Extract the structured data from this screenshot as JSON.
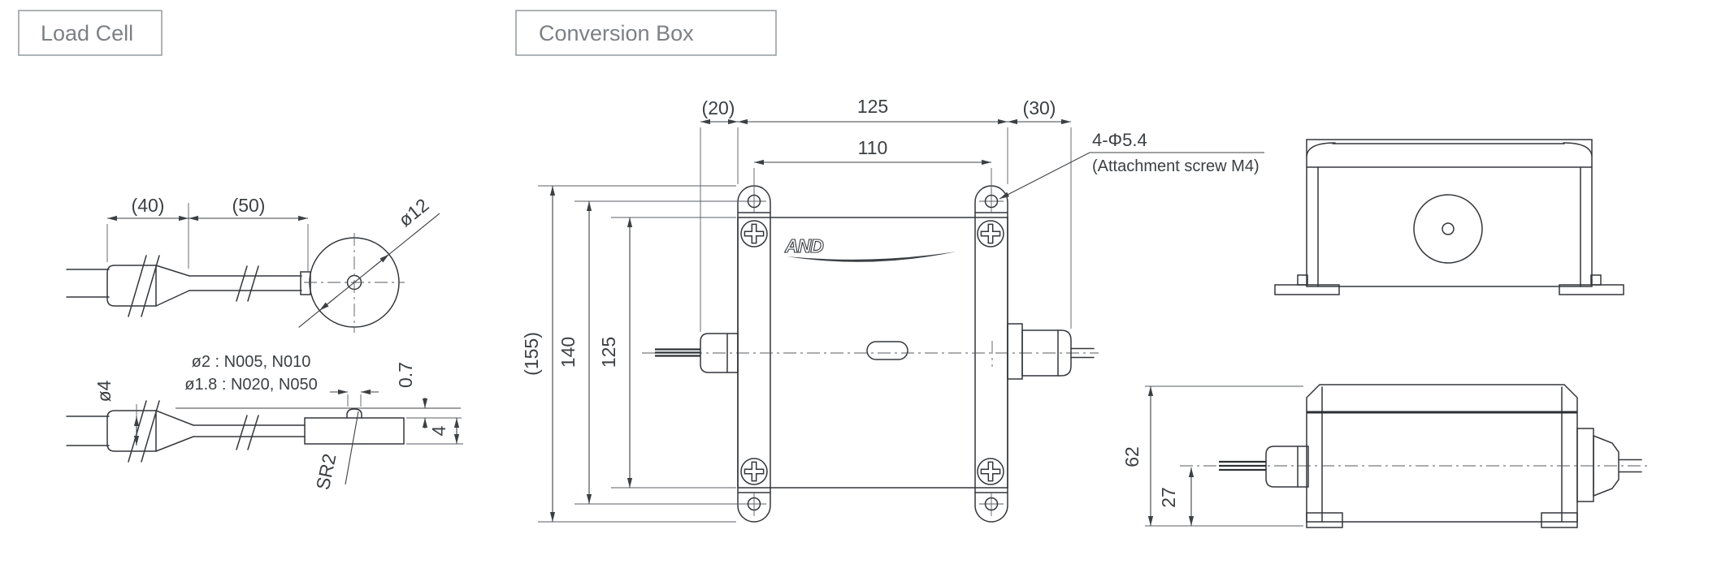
{
  "colors": {
    "line": "#34373b",
    "dimension_text": "#3c4043",
    "section_label_text": "#7d8084",
    "section_label_border": "#9aa0a3",
    "background": "#ffffff"
  },
  "section_labels": {
    "load_cell": "Load Cell",
    "conversion_box": "Conversion Box"
  },
  "load_cell": {
    "side_view": {
      "dim_40": "(40)",
      "dim_50": "(50)",
      "dim_dia12": "ø12"
    },
    "tip_view": {
      "dim_dia4": "ø4",
      "tip_models_line1": "ø2 : N005, N010",
      "tip_models_line2": "ø1.8 : N020, N050",
      "dim_0_7": "0.7",
      "dim_4": "4",
      "dim_sr2": "SR2"
    }
  },
  "conversion_box": {
    "front_view": {
      "dim_20": "(20)",
      "dim_width_125": "125",
      "dim_30": "(30)",
      "dim_110": "110",
      "dim_155": "(155)",
      "dim_140": "140",
      "dim_height_125": "125",
      "screw_callout": "4-Φ5.4",
      "screw_note": "(Attachment screw M4)",
      "logo_text": "AND"
    },
    "side_view": {
      "dim_62": "62",
      "dim_27": "27"
    }
  }
}
